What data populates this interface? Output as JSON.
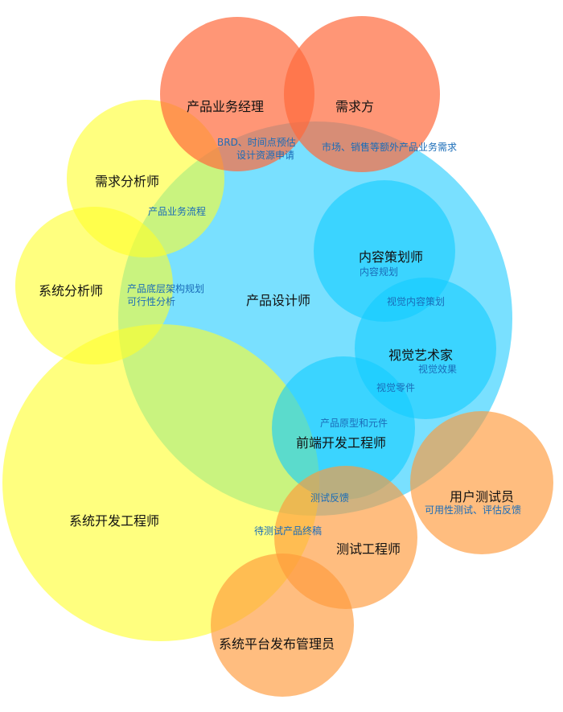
{
  "colors": {
    "red": "#ff6a3c",
    "orange": "#ff9a3a",
    "yellow": "#ffff2a",
    "blue": "#27cdff",
    "note": "#1a6cb8"
  },
  "roles": {
    "pm": "产品业务经理",
    "demand": "需求方",
    "req_analyst": "需求分析师",
    "sys_analyst": "系统分析师",
    "designer": "产品设计师",
    "content": "内容策划师",
    "visual": "视觉艺术家",
    "frontend": "前端开发工程师",
    "sysdev": "系统开发工程师",
    "usertest": "用户测试员",
    "tester": "测试工程师",
    "release": "系统平台发布管理员"
  },
  "notes": {
    "brd1": "BRD、时间点预估",
    "brd2": "设计资源申请",
    "market": "市场、销售等额外产品业务需求",
    "flow": "产品业务流程",
    "arch1": "产品底层架构规划",
    "arch2": "可行性分析",
    "content_plan": "内容规划",
    "visual_content": "视觉内容策划",
    "visual_effect": "视觉效果",
    "visual_parts": "视觉零件",
    "prototype": "产品原型和元件",
    "feedback": "测试反馈",
    "final": "待测试产品终稿",
    "usability": "可用性测试、评估反馈"
  }
}
